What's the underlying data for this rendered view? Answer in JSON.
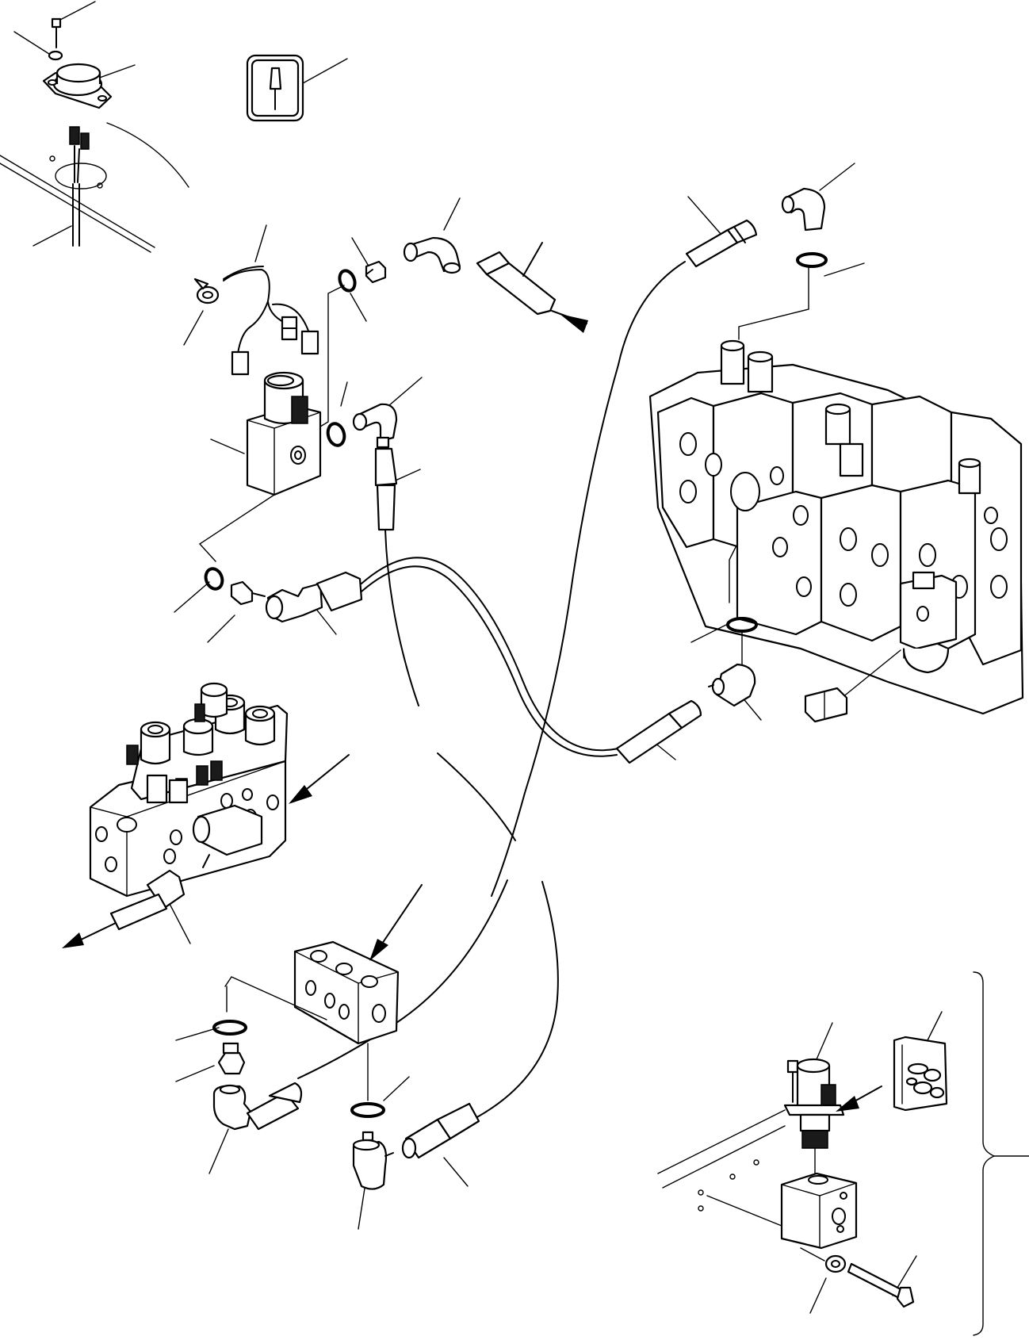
{
  "diagram": {
    "components": [
      {
        "id": "sender-cap-assembly",
        "icon": "sender-unit"
      },
      {
        "id": "pressure-switch-icon-box",
        "icon": "pressure-switch-icon"
      },
      {
        "id": "solenoid-valve",
        "icon": "solenoid-valve"
      },
      {
        "id": "wiring-harness",
        "icon": "harness"
      },
      {
        "id": "main-control-valve",
        "icon": "control-valve-bank"
      },
      {
        "id": "solenoid-valve-bank",
        "icon": "solenoid-bank"
      },
      {
        "id": "junction-block",
        "icon": "manifold-block"
      },
      {
        "id": "detail-solenoid-cartridge",
        "icon": "cartridge-valve"
      },
      {
        "id": "seal-kit-icon",
        "icon": "seal-kit"
      }
    ],
    "flow_arrows": [
      "inlet-arrow",
      "outlet-arrow"
    ],
    "labels": []
  }
}
